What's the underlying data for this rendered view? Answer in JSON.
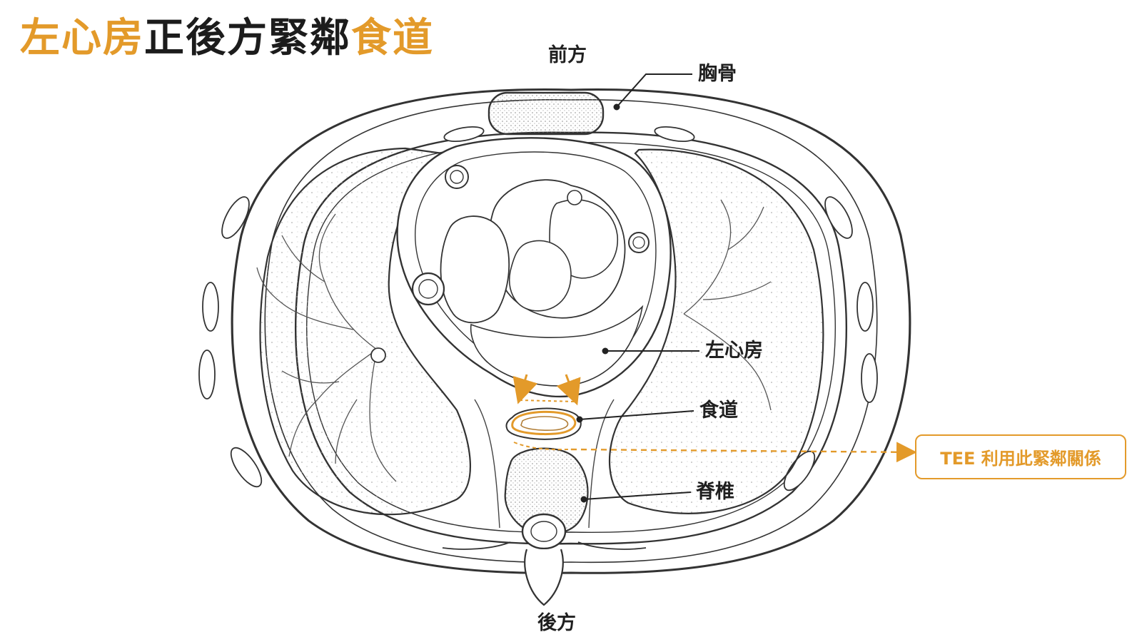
{
  "title": {
    "part1": "左心房",
    "part2": "正後方緊鄰",
    "part3": "食道"
  },
  "labels": {
    "anterior": "前方",
    "posterior": "後方",
    "sternum": "胸骨",
    "left_atrium": "左心房",
    "esophagus": "食道",
    "spine": "脊椎"
  },
  "callout": {
    "text": "TEE 利用此緊鄰關係"
  },
  "colors": {
    "accent": "#E39A2A",
    "ink": "#1c1c1c",
    "line": "#3a3a3a"
  }
}
